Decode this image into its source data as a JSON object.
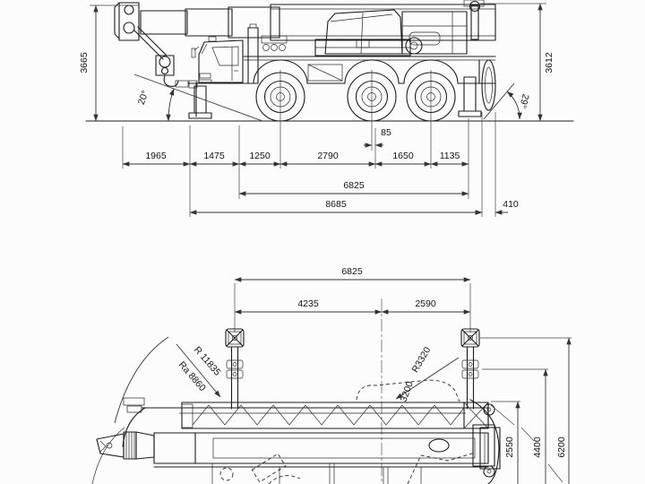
{
  "drawing": {
    "type": "technical-dimension-drawing",
    "subject": "mobile-telescopic-crane",
    "colors": {
      "background": "#fcfcfc",
      "lines": "#1c1c1c",
      "dimensions": "#333333"
    },
    "side_view": {
      "height_front": "3665",
      "height_rear": "3612",
      "approach_angle": "20°",
      "departure_angle": "29°",
      "axle_offset": "85",
      "segments": [
        "1965",
        "1475",
        "1250",
        "2790",
        "1650",
        "1135"
      ],
      "base_length": "6825",
      "overall_length": "8685",
      "rear_overhang": "410"
    },
    "plan_view": {
      "outrigger_span_total": "6825",
      "outrigger_span_front": "4235",
      "outrigger_span_rear": "2590",
      "radius_boom": "R 11835",
      "radius_a": "Ra 8860",
      "radius_tail": "R3320",
      "radius_inner": "3200",
      "half_width_inner": "2550",
      "half_width_mid": "4400",
      "half_width_outer": "6200"
    }
  }
}
